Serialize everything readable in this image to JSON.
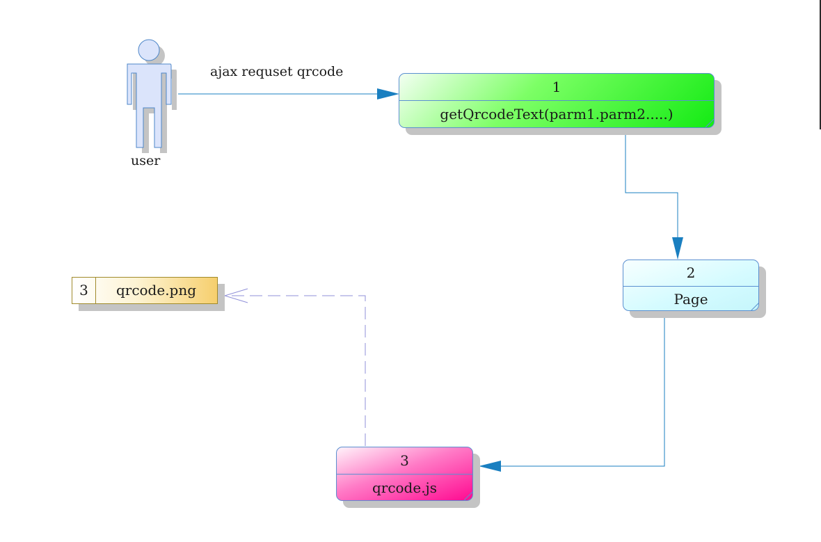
{
  "actor": {
    "label": "user"
  },
  "flows": {
    "user_to_1": {
      "label": "ajax requset qrcode"
    }
  },
  "processes": [
    {
      "number": "1",
      "name": "getQrcodeText(parm1.parm2.....)",
      "color": "#14eb14"
    },
    {
      "number": "2",
      "name": "Page",
      "color": "#c6f6fb"
    },
    {
      "number": "3",
      "name": "qrcode.js",
      "color": "#ff0a91"
    }
  ],
  "datastore": {
    "id": "3",
    "name": "qrcode.png",
    "color": "#f6cf6e"
  },
  "colors": {
    "arrow": "#1a7fc0",
    "dashed": "#8f8fd8"
  }
}
